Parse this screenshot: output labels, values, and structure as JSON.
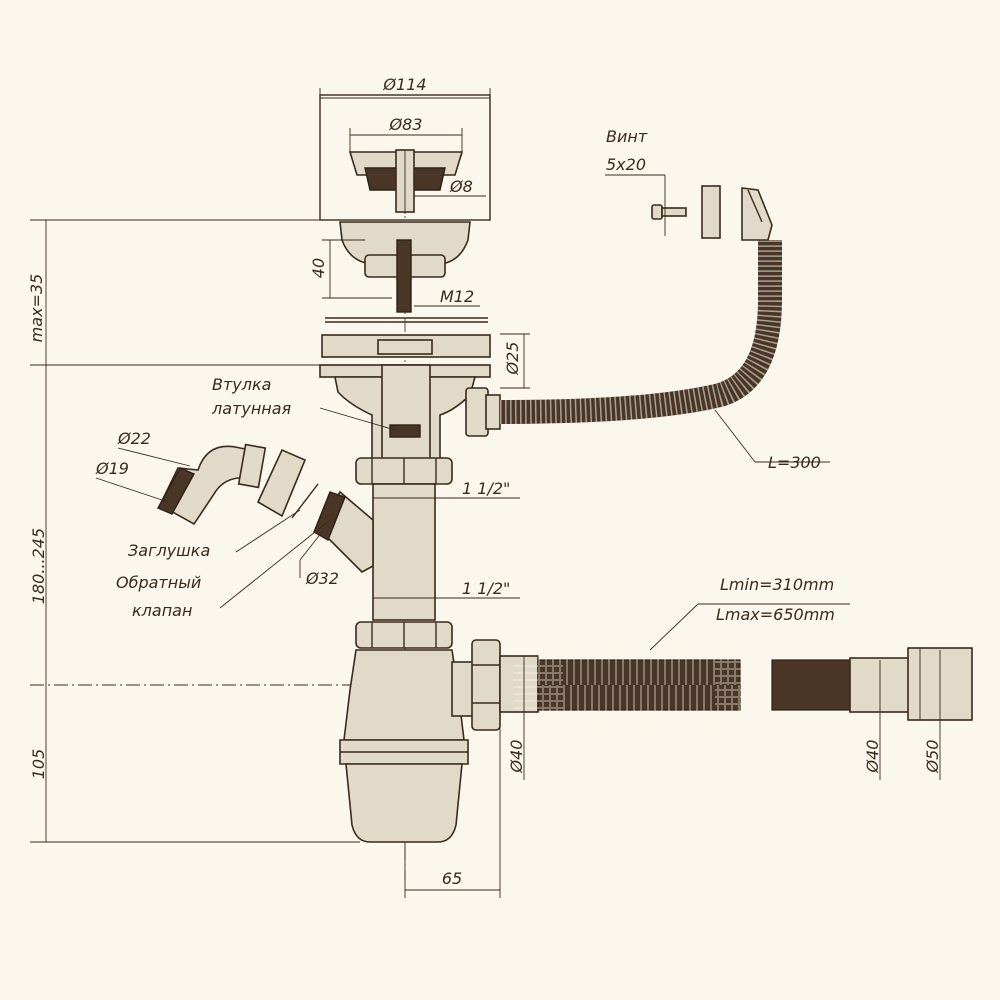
{
  "labels": {
    "screw_title": "Винт",
    "screw_size": "5x20",
    "brass_sleeve_1": "Втулка",
    "brass_sleeve_2": "латунная",
    "plug": "Заглушка",
    "check_valve_1": "Обратный",
    "check_valve_2": "клапан",
    "hose_length": "L=300",
    "corr_lmin": "Lmin=310mm",
    "corr_lmax": "Lmax=650mm"
  },
  "dimensions": {
    "d114": "Ø114",
    "d83": "Ø83",
    "d8": "Ø8",
    "h40": "40",
    "m12": "M12",
    "d25": "Ø25",
    "d22": "Ø22",
    "d19": "Ø19",
    "thread_upper": "1 1/2\"",
    "thread_lower": "1 1/2\"",
    "d32": "Ø32",
    "max35": "max=35",
    "h180_245": "180...245",
    "h105": "105",
    "d40_outlet": "Ø40",
    "d40_pipe": "Ø40",
    "d50_pipe": "Ø50",
    "w65": "65"
  },
  "colors": {
    "ink": "#3a2a1c",
    "paper": "#fbf7ec",
    "part_fill": "#e2dac8",
    "hose_fill": "#4a3626"
  }
}
